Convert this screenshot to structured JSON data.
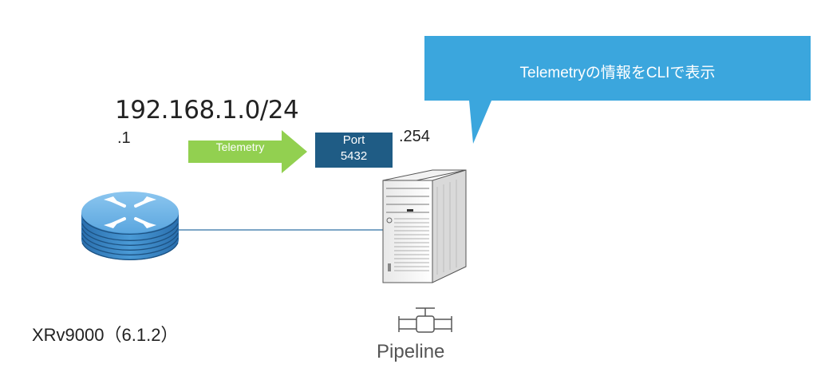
{
  "network": {
    "subnet": "192.168.1.0/24",
    "router_host": ".1",
    "server_host": ".254"
  },
  "telemetry_arrow": {
    "label": "Telemetry"
  },
  "port_box": {
    "line1": "Port",
    "line2": "5432"
  },
  "callout": {
    "text": "Telemetryの情報をCLIで表示"
  },
  "router": {
    "label": "XRv9000（6.1.2）"
  },
  "pipeline": {
    "label": "Pipeline"
  },
  "colors": {
    "arrow_green": "#92d050",
    "port_box": "#1f5c85",
    "callout_blue": "#3ba6dd",
    "router_blue": "#3d8ec9",
    "link_line": "#2e6fa3"
  },
  "icons": {
    "router": "router-icon",
    "server": "tower-server-icon",
    "pipeline": "pipe-valve-icon"
  }
}
